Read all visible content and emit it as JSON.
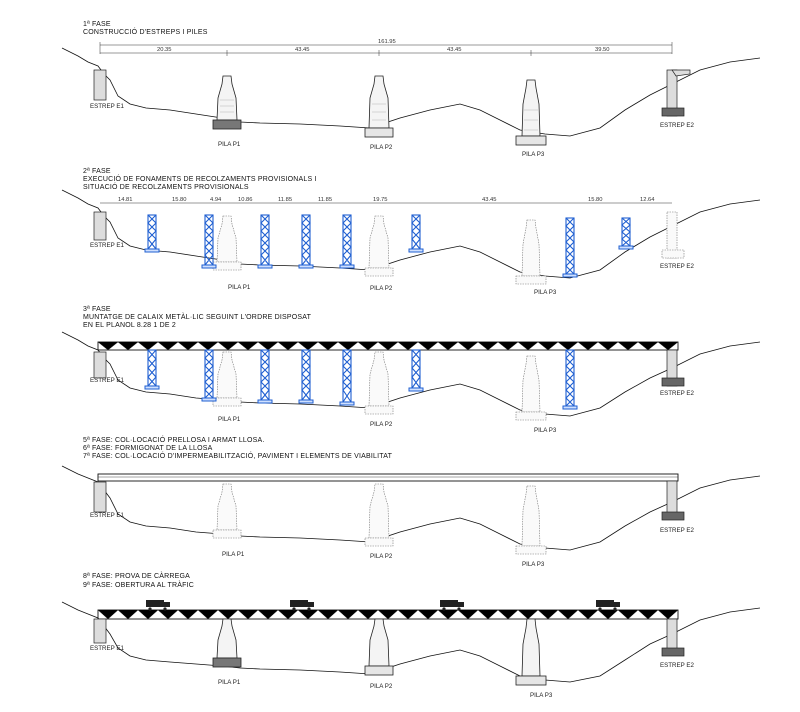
{
  "phases": [
    {
      "id": "p1",
      "titles": [
        "1ª FASE",
        "CONSTRUCCIÓ D'ESTREPS I PILES"
      ],
      "total_dim": "161.95",
      "span_dims": [
        "20.35",
        "43.45",
        "43.45",
        "39.50"
      ],
      "labels": {
        "e1": "ESTREP E1",
        "p1": "PILA P1",
        "p2": "PILA P2",
        "p3": "PILA P3",
        "e2": "ESTREP E2"
      }
    },
    {
      "id": "p2",
      "titles": [
        "2ª FASE",
        "EXECUCIÓ DE FONAMENTS DE RECOLZAMENTS PROVISIONALS I",
        "SITUACIÓ DE RECOLZAMENTS PROVISIONALS"
      ],
      "span_dims": [
        "14.81",
        "15.80",
        "4.94",
        "10.86",
        "11.85",
        "11.85",
        "19.75",
        "43.45",
        "15.80",
        "12.64"
      ],
      "labels": {
        "e1": "ESTREP E1",
        "p1": "PILA P1",
        "p2": "PILA P2",
        "p3": "PILA P3",
        "e2": "ESTREP E2"
      }
    },
    {
      "id": "p3",
      "titles": [
        "3ª FASE",
        "MUNTATGE DE CALAIX METÀL·LIC SEGUINT L'ORDRE DISPOSAT",
        "EN EL PLANOL 8.28 1 DE 2"
      ],
      "labels": {
        "e1": "ESTREP E1",
        "p1": "PILA P1",
        "p2": "PILA P2",
        "p3": "PILA P3",
        "e2": "ESTREP E2"
      }
    },
    {
      "id": "p4",
      "titles": [
        "5ª FASE: COL·LOCACIÓ PRELLOSA I ARMAT LLOSA.",
        "6ª FASE: FORMIGONAT DE LA LLOSA",
        "7ª FASE: COL·LOCACIÓ D'IMPERMEABILITZACIÓ, PAVIMENT I ELEMENTS DE VIABILITAT"
      ],
      "labels": {
        "e1": "ESTREP E1",
        "p1": "PILA P1",
        "p2": "PILA P2",
        "p3": "PILA P3",
        "e2": "ESTREP E2"
      }
    },
    {
      "id": "p5",
      "titles": [
        "8ª FASE: PROVA DE CÀRREGA",
        "9ª FASE: OBERTURA AL TRÀFIC"
      ],
      "labels": {
        "e1": "ESTREP E1",
        "p1": "PILA P1",
        "p2": "PILA P2",
        "p3": "PILA P3",
        "e2": "ESTREP E2"
      }
    }
  ],
  "colors": {
    "provisional_supports": "#1f5fd1",
    "lines": "#111111"
  },
  "icons": [
    "truck-icon"
  ]
}
